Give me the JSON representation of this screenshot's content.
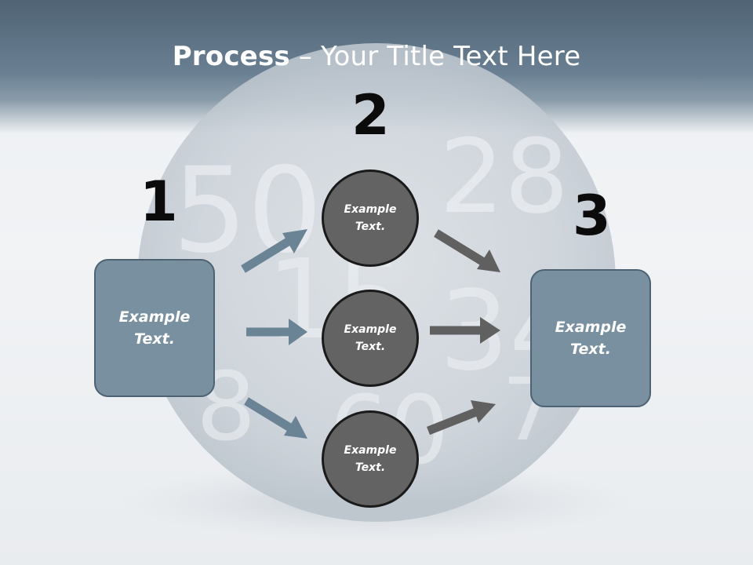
{
  "title": {
    "bold": "Process",
    "rest": " – Your Title Text Here"
  },
  "steps": {
    "one": "1",
    "two": "2",
    "three": "3"
  },
  "left_box": {
    "line1": "Example",
    "line2": "Text."
  },
  "right_box": {
    "line1": "Example",
    "line2": "Text."
  },
  "circles": [
    {
      "line1": "Example",
      "line2": "Text."
    },
    {
      "line1": "Example",
      "line2": "Text."
    },
    {
      "line1": "Example",
      "line2": "Text."
    }
  ],
  "colors": {
    "header_band": "#5d7283",
    "box_fill": "#7890a0",
    "circle_fill": "#636363",
    "arrow_blue": "#6a8495",
    "arrow_gray": "#606060"
  }
}
